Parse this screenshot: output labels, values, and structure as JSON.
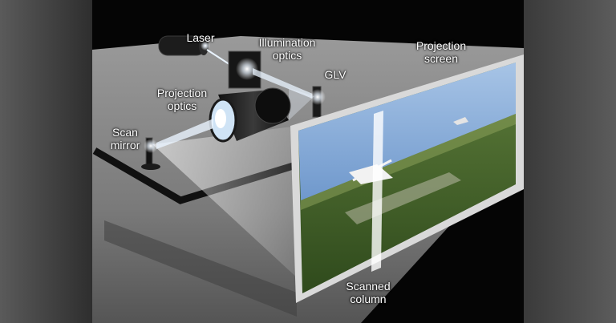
{
  "labels": {
    "laser": "Laser",
    "illumination_optics": "Illumination\noptics",
    "glv": "GLV",
    "projection_screen": "Projection\nscreen",
    "projection_optics": "Projection\noptics",
    "scan_mirror": "Scan\nmirror",
    "scanned_column": "Scanned\ncolumn"
  },
  "colors": {
    "background": "#1a1a1a",
    "table_surface": "#8a8a8a",
    "beam": "#e8f4ff",
    "screen_frame": "#d9d9d9",
    "sky": "#7fa9d6",
    "grass": "#4a6b2a"
  }
}
